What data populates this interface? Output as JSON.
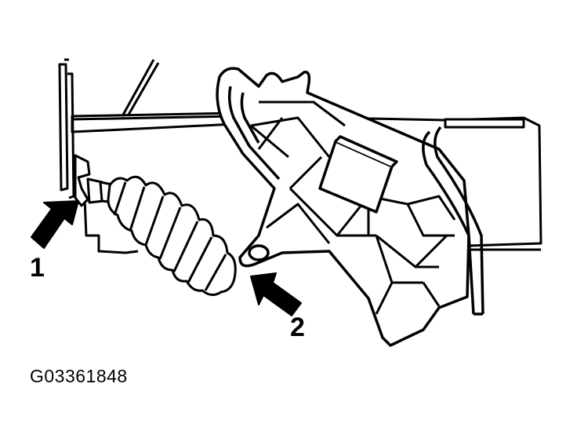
{
  "diagram": {
    "callouts": [
      {
        "id": "1",
        "label": "1"
      },
      {
        "id": "2",
        "label": "2"
      }
    ],
    "figure_id": "G03361848",
    "colors": {
      "ink": "#000000",
      "paper": "#ffffff"
    }
  }
}
